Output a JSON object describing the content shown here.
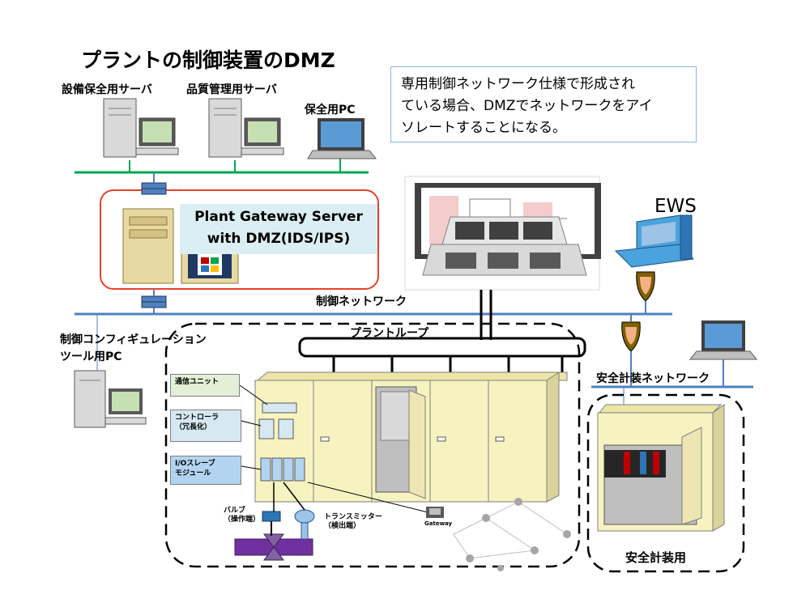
{
  "title": "プラントの制御装置のDMZ",
  "note_lines": [
    "専用制御ネットワーク仕様で形成され",
    "ている場合、DMZでネットワークをアイ",
    "ソレートすることになる。"
  ],
  "servers": {
    "maintenance_server": "設備保全用サーバ",
    "quality_server": "品質管理用サーバ",
    "maintenance_pc": "保全用PC"
  },
  "gateway_lines": [
    "Plant Gateway Server",
    "with DMZ(IDS/IPS)"
  ],
  "ews": "EWS",
  "control_network": "制御ネットワーク",
  "plant_loop": "プラントループ",
  "config_tool_lines": [
    "制御コンフィギュレーション",
    "ツール用PC"
  ],
  "safety_network": "安全計装ネットワーク",
  "safety_use": "安全計装用",
  "modules": {
    "comm_unit": "通信ユニット",
    "controller_lines": [
      "コントローラ",
      "（冗長化）"
    ],
    "io_lines": [
      "I/Oスレーブ",
      "モジュール"
    ]
  },
  "field": {
    "valve_lines": [
      "バルブ",
      "（操作端）"
    ],
    "transmitter_lines": [
      "トランスミッター",
      "（検出端）"
    ],
    "gateway": "Gateway"
  },
  "colors": {
    "info_network": "#00a651",
    "control_network": "#4f81bd",
    "dmz_border": "#e8412a",
    "cabinet": "#f7f3c0",
    "module_comm": "#e3f0d5",
    "module_ctrl": "#d6e8f2",
    "module_io": "#b3d4f0",
    "note_border": "#8db3e2"
  }
}
